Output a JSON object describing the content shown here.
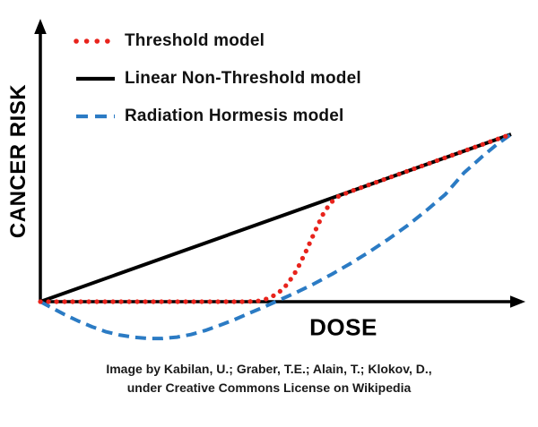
{
  "figure": {
    "background": "#ffffff"
  },
  "caption": {
    "line1": "Image by Kabilan, U.; Graber, T.E.; Alain, T.; Klokov, D.,",
    "line2": "under Creative Commons License on Wikipedia"
  },
  "chart_data": {
    "type": "line",
    "title": "",
    "xlabel": "DOSE",
    "ylabel": "CANCER RISK",
    "x_range": [
      0,
      1
    ],
    "y_range": [
      -0.25,
      1.05
    ],
    "grid": false,
    "legend_position": "top-left",
    "axis_color": "#000000",
    "series": [
      {
        "name": "Threshold model",
        "color": "#e8231c",
        "style": "dotted",
        "points": [
          [
            0,
            0
          ],
          [
            0.44,
            0
          ],
          [
            0.465,
            0.005
          ],
          [
            0.485,
            0.02
          ],
          [
            0.505,
            0.05
          ],
          [
            0.525,
            0.105
          ],
          [
            0.545,
            0.19
          ],
          [
            0.565,
            0.305
          ],
          [
            0.585,
            0.43
          ],
          [
            0.6,
            0.52
          ],
          [
            0.615,
            0.585
          ],
          [
            0.63,
            0.625
          ],
          [
            0.66,
            0.66
          ],
          [
            0.72,
            0.72
          ],
          [
            0.8,
            0.8
          ],
          [
            0.9,
            0.9
          ],
          [
            1,
            1
          ]
        ]
      },
      {
        "name": "Linear Non-Threshold model",
        "color": "#000000",
        "style": "solid",
        "points": [
          [
            0,
            0
          ],
          [
            1,
            1
          ]
        ]
      },
      {
        "name": "Radiation Hormesis model",
        "color": "#2b7bc4",
        "style": "dashed",
        "points": [
          [
            0,
            0
          ],
          [
            0.02,
            -0.03
          ],
          [
            0.05,
            -0.075
          ],
          [
            0.08,
            -0.115
          ],
          [
            0.11,
            -0.15
          ],
          [
            0.14,
            -0.18
          ],
          [
            0.17,
            -0.2
          ],
          [
            0.2,
            -0.213
          ],
          [
            0.23,
            -0.22
          ],
          [
            0.26,
            -0.22
          ],
          [
            0.29,
            -0.212
          ],
          [
            0.32,
            -0.196
          ],
          [
            0.35,
            -0.172
          ],
          [
            0.38,
            -0.142
          ],
          [
            0.41,
            -0.11
          ],
          [
            0.44,
            -0.073
          ],
          [
            0.47,
            -0.038
          ],
          [
            0.5,
            0
          ],
          [
            0.54,
            0.05
          ],
          [
            0.58,
            0.105
          ],
          [
            0.62,
            0.165
          ],
          [
            0.66,
            0.23
          ],
          [
            0.7,
            0.3
          ],
          [
            0.74,
            0.375
          ],
          [
            0.78,
            0.455
          ],
          [
            0.82,
            0.545
          ],
          [
            0.86,
            0.64
          ],
          [
            0.9,
            0.77
          ],
          [
            0.94,
            0.87
          ],
          [
            0.97,
            0.94
          ],
          [
            1,
            1
          ]
        ]
      }
    ],
    "draw_order": [
      1,
      2,
      0
    ]
  }
}
